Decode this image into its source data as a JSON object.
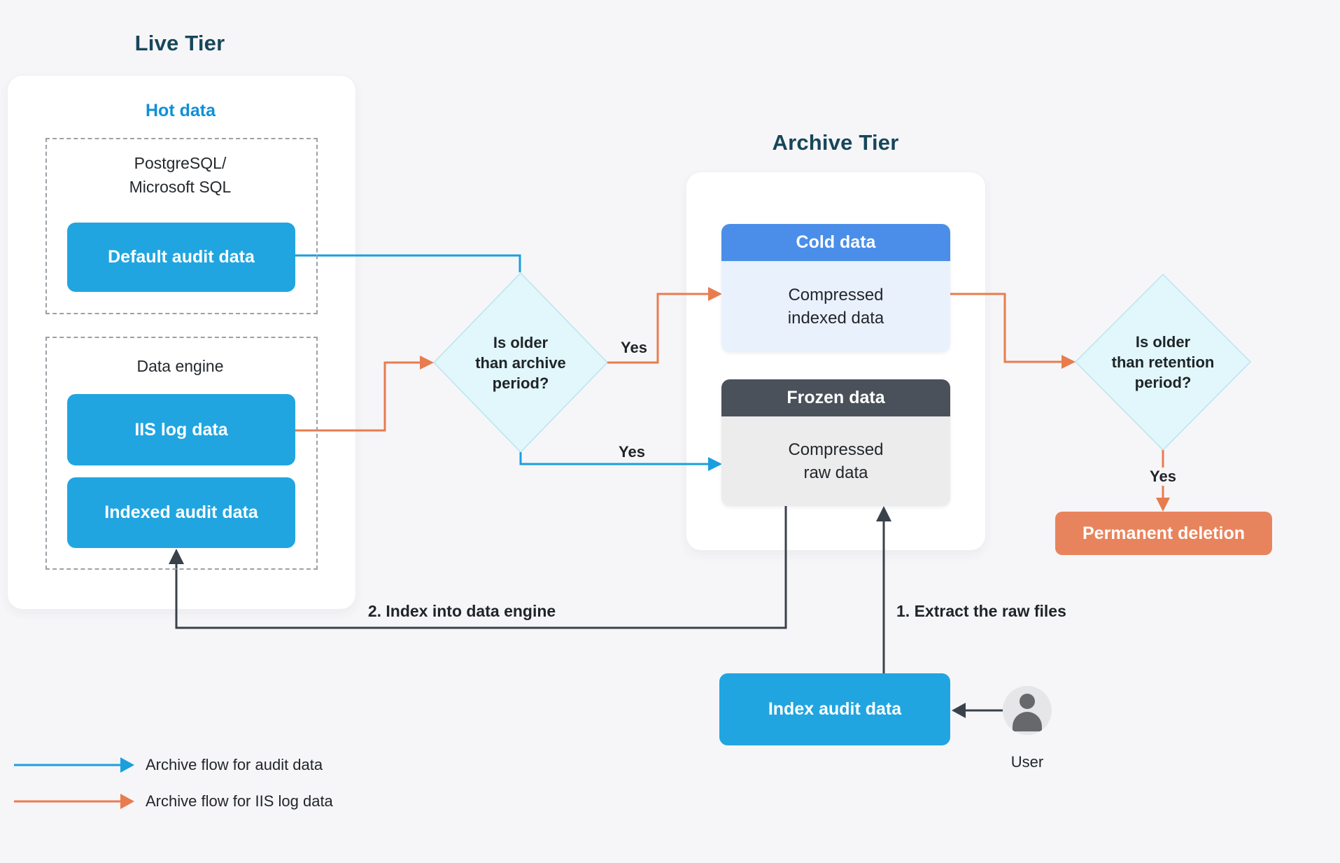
{
  "titles": {
    "live_tier": "Live Tier",
    "archive_tier": "Archive Tier"
  },
  "colors": {
    "accent_blue": "#21a5e0",
    "flow_blue": "#1b9fde",
    "flow_orange": "#e87c4f",
    "cold_header_blue": "#4a8ee9",
    "frozen_header_dark": "#4b515a",
    "deletion_orange": "#e8845d",
    "heading_navy": "#17465a",
    "hot_text_blue": "#0e90d7",
    "dark_arrow": "#39414b",
    "diamond_fill": "#e1f7fb"
  },
  "live": {
    "hot_label": "Hot data",
    "postgres_group": {
      "title_line1": "PostgreSQL/",
      "title_line2": "Microsoft SQL",
      "button": "Default audit data"
    },
    "engine_group": {
      "title": "Data engine",
      "button_iis": "IIS log data",
      "button_indexed": "Indexed audit data"
    }
  },
  "archive": {
    "cold": {
      "header": "Cold data",
      "body_line1": "Compressed",
      "body_line2": "indexed data"
    },
    "frozen": {
      "header": "Frozen data",
      "body_line1": "Compressed",
      "body_line2": "raw data"
    }
  },
  "decisions": {
    "archive_period": {
      "line1": "Is older",
      "line2": "than archive",
      "line3": "period?"
    },
    "retention_period": {
      "line1": "Is older",
      "line2": "than retention",
      "line3": "period?"
    }
  },
  "labels": {
    "yes_cold": "Yes",
    "yes_frozen": "Yes",
    "yes_deletion": "Yes",
    "step_extract": "1. Extract the raw files",
    "step_index": "2. Index into data engine",
    "permanent_deletion": "Permanent deletion",
    "index_audit": "Index audit data",
    "user": "User"
  },
  "legend": {
    "audit_flow": "Archive flow for audit data",
    "iis_flow": "Archive flow for IIS log data"
  }
}
